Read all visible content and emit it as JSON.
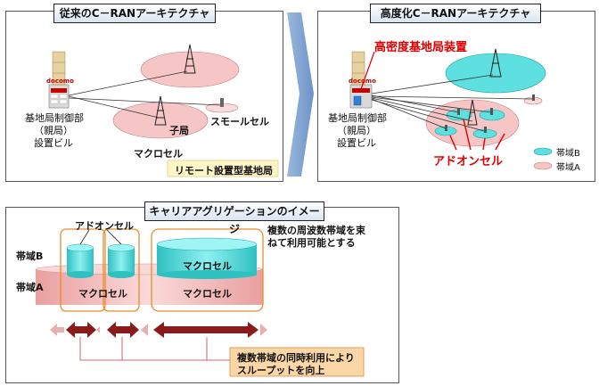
{
  "left_panel": {
    "title": "従来のC－RANアーキテクチャ",
    "building_sign": "docomo",
    "building_label_1": "基地局制御部",
    "building_label_2": "（親局）",
    "building_label_3": "設置ビル",
    "child_station": "子局",
    "small_cell": "スモールセル",
    "macro_cell": "マクロセル",
    "remote_label": "リモート設置型基地局"
  },
  "right_panel": {
    "title": "高度化C－RANアーキテクチャ",
    "building_sign": "docomo",
    "high_density": "高密度基地局装置",
    "building_label_1": "基地局制御部",
    "building_label_2": "（親局）",
    "building_label_3": "設置ビル",
    "addon_cell": "アドオンセル",
    "legend": [
      {
        "label": "帯域B",
        "color": "#5fe0e0"
      },
      {
        "label": "帯域A",
        "color": "#f6c5c5"
      }
    ]
  },
  "bottom_panel": {
    "title": "キャリアアグリゲーションのイメージ",
    "addon_label": "アドオンセル",
    "band_b": "帯域B",
    "band_a": "帯域A",
    "macro_cell_1": "マクロセル",
    "macro_cell_2": "マクロセル",
    "macro_cell_3": "マクロセル",
    "note": "複数の周波数帯域を束ねて利用可能とする",
    "note_line1": "複数の周波数帯域を束",
    "note_line2": "ねて利用可能とする",
    "throughput_line1": "複数帯域の同時利用により",
    "throughput_line2": "スループットを向上"
  },
  "colors": {
    "band_b": "#5fe0e0",
    "band_a": "#f6c5c5",
    "arrow_dark": "#8b1a1a",
    "arrow_light": "#e8b0b0",
    "panel_bg": "#ffffff",
    "accent_red": "#e00000"
  }
}
